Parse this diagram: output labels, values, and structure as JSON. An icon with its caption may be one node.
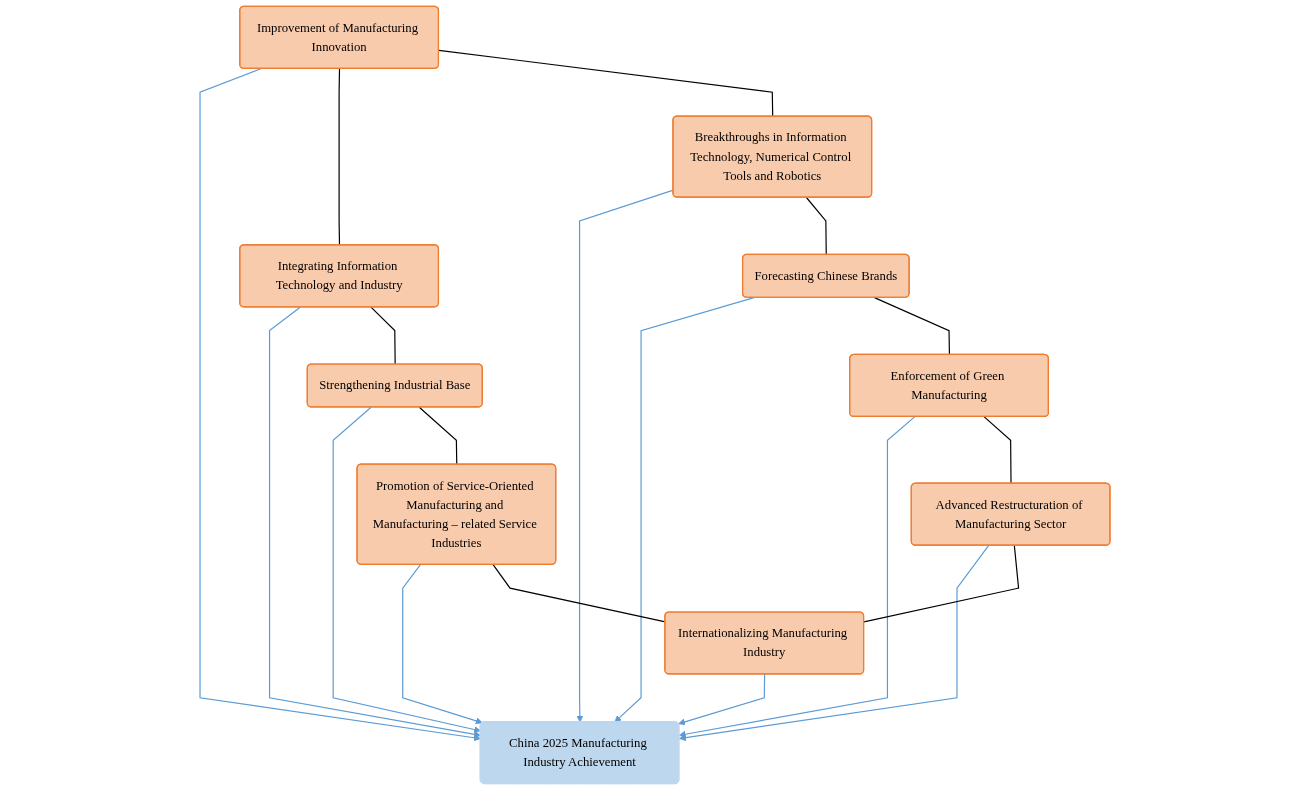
{
  "diagram": {
    "nodes": [
      {
        "text": [
          "Improvement of Manufacturing Innovation"
        ]
      },
      {
        "text": [
          "Integrating Information Technology and Industry"
        ]
      },
      {
        "text": [
          "Strengthening Industrial Base"
        ]
      },
      {
        "text": [
          "Breakthroughs in Information Technology, Numerical Control Tools and Robotics"
        ]
      },
      {
        "text": [
          "China 2025 Manufacturing Industry Achievement"
        ]
      },
      {
        "text": [
          "Promotion of Service-Oriented Manufacturing and Manufacturing – related Service Industries"
        ]
      },
      {
        "text": [
          "Forecasting Chinese Brands"
        ]
      },
      {
        "text": [
          "Enforcement of Green Manufacturing"
        ]
      },
      {
        "text": [
          "Advanced Restructuration of Manufacturing Sector"
        ]
      },
      {
        "text": [
          "Internationalizing Manufacturing Industry"
        ]
      }
    ],
    "edges": [
      {
        "from": 0,
        "to": 4,
        "arrow": "to",
        "color": "#5b9bd5"
      },
      {
        "from": 1,
        "to": 4,
        "arrow": "to",
        "color": "#5b9bd5"
      },
      {
        "from": 2,
        "to": 4,
        "arrow": "to",
        "color": "#5b9bd5"
      },
      {
        "from": 3,
        "to": 4,
        "arrow": "to",
        "color": "#5b9bd5"
      },
      {
        "from": 5,
        "to": 4,
        "arrow": "to",
        "color": "#5b9bd5"
      },
      {
        "from": 6,
        "to": 4,
        "arrow": "to",
        "color": "#5b9bd5"
      },
      {
        "from": 7,
        "to": 4,
        "arrow": "to",
        "color": "#5b9bd5"
      },
      {
        "from": 8,
        "to": 4,
        "arrow": "to",
        "color": "#5b9bd5"
      },
      {
        "from": 9,
        "to": 4,
        "arrow": "to",
        "color": "#5b9bd5"
      },
      {
        "from": 0,
        "to": 1,
        "arrow": "none",
        "color": "#000000"
      },
      {
        "from": 1,
        "to": 2,
        "arrow": "none",
        "color": "#000000"
      },
      {
        "from": 0,
        "to": 3,
        "arrow": "none",
        "color": "#000000"
      },
      {
        "from": 2,
        "to": 5,
        "arrow": "none",
        "color": "#000000"
      },
      {
        "from": 3,
        "to": 6,
        "arrow": "none",
        "color": "#000000"
      },
      {
        "from": 6,
        "to": 7,
        "arrow": "none",
        "color": "#000000"
      },
      {
        "from": 7,
        "to": 8,
        "arrow": "none",
        "color": "#000000"
      },
      {
        "from": 8,
        "to": 9,
        "arrow": "none",
        "color": "#000000"
      },
      {
        "from": 5,
        "to": 9,
        "arrow": "none",
        "color": "#000000"
      }
    ]
  }
}
